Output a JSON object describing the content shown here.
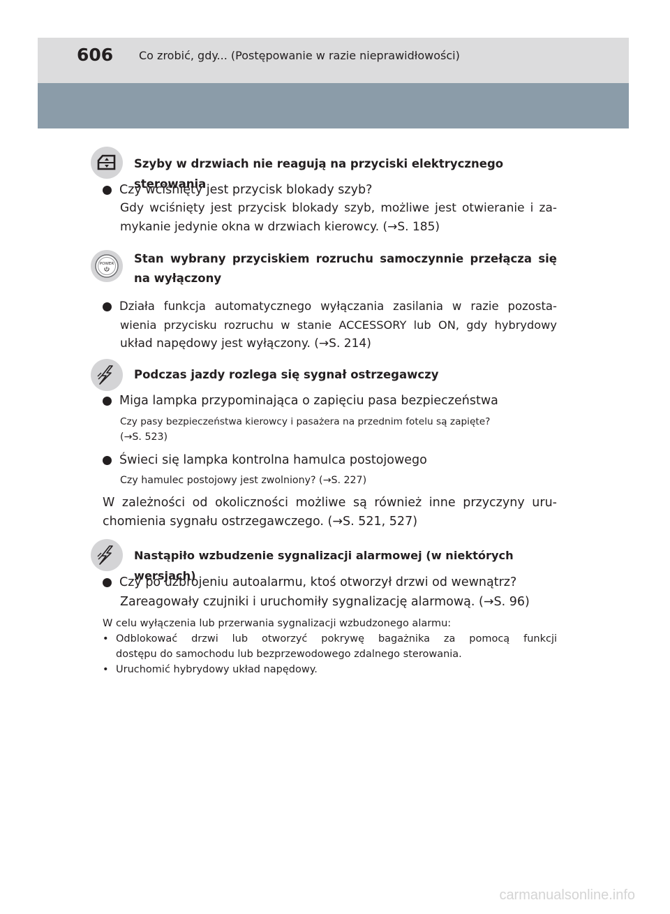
{
  "header": {
    "page_number": "606",
    "title": "Co zrobić, gdy... (Postępowanie w razie nieprawidłowości)"
  },
  "colors": {
    "header_bg": "#dcdcdd",
    "banner_bg": "#8b9ca9",
    "icon_bg": "#d4d4d6",
    "text": "#231f20"
  },
  "sections": {
    "windows": {
      "icon": "power-window-icon",
      "title": "Szyby w drzwiach nie reagują na przyciski elektrycznego sterowania",
      "bullet": "Czy wciśnięty jest przycisk blokady szyb?",
      "body_line1": "Gdy wciśnięty jest przycisk blokady szyb, możliwe jest otwieranie i za-",
      "body_line2": "mykanie jedynie okna w drzwiach kierowcy. (→S. 185)"
    },
    "power": {
      "icon": "power-button-icon",
      "icon_label": "POWER",
      "title_line1": "Stan wybrany przyciskiem rozruchu samoczynnie przełącza się",
      "title_line2": "na wyłączony",
      "bullet_line1": "Działa funkcja automatycznego wyłączania zasilania w razie pozosta-",
      "bullet_line2": "wienia przycisku rozruchu w stanie ACCESSORY lub ON, gdy hybrydowy",
      "bullet_line3": "układ napędowy jest wyłączony. (→S. 214)"
    },
    "warning": {
      "icon": "warning-sound-icon",
      "title": "Podczas jazdy rozlega się sygnał ostrzegawczy",
      "bullet1": "Miga lampka przypominająca o zapięciu pasa bezpieczeństwa",
      "bullet1_body_line1": "Czy pasy bezpieczeństwa kierowcy i pasażera na przednim fotelu są zapięte?",
      "bullet1_body_line2": "(→S. 523)",
      "bullet2": "Świeci się lampka kontrolna hamulca postojowego",
      "bullet2_body": "Czy hamulec postojowy jest zwolniony? (→S. 227)",
      "para_line1": "W zależności od okoliczności możliwe są również inne przyczyny uru-",
      "para_line2": "chomienia sygnału ostrzegawczego. (→S. 521, 527)"
    },
    "alarm": {
      "icon": "alarm-sound-icon",
      "title": "Nastąpiło wzbudzenie sygnalizacji alarmowej (w niektórych wersjach)",
      "bullet": "Czy po uzbrojeniu autoalarmu, ktoś otworzył drzwi od wewnątrz?",
      "body": "Zareagowały czujniki i uruchomiły sygnalizację alarmową. (→S. 96)",
      "note_intro": "W celu wyłączenia lub przerwania sygnalizacji wzbudzonego alarmu:",
      "note_item1_line1": "Odblokować drzwi lub otworzyć pokrywę bagażnika za pomocą funkcji",
      "note_item1_line2": "dostępu do samochodu lub bezprzewodowego zdalnego sterowania.",
      "note_item2": "Uruchomić hybrydowy układ napędowy."
    }
  },
  "watermark": "carmanualsonline.info"
}
